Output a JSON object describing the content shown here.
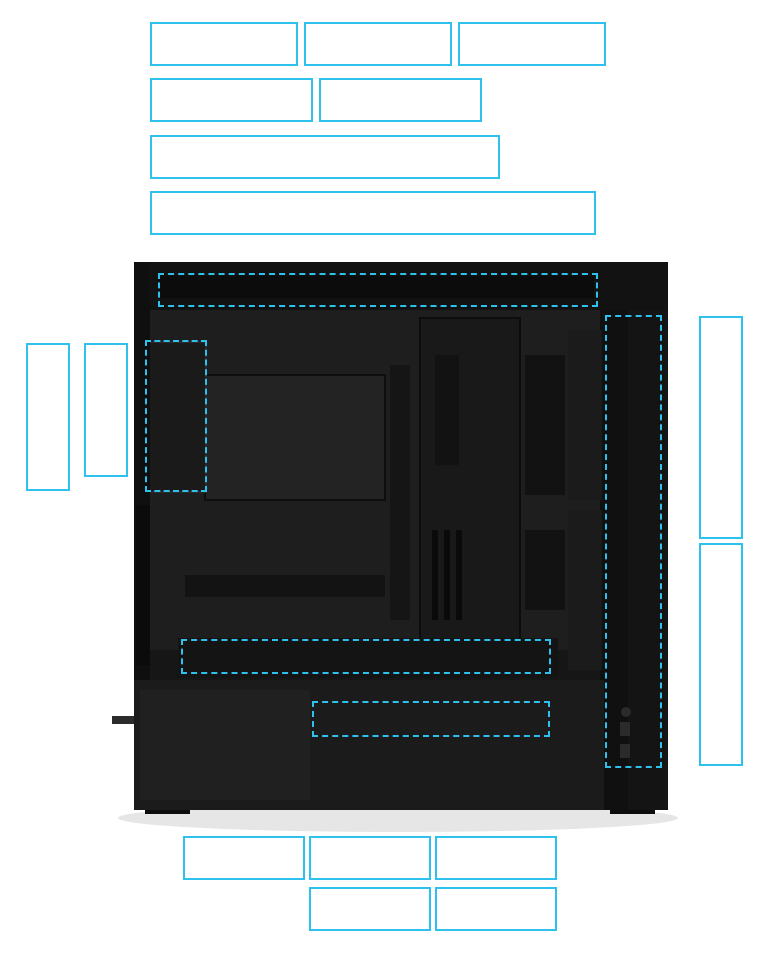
{
  "colors": {
    "accent": "#2fc1ee",
    "case_body": "#1a1a1a",
    "case_frame": "#111111",
    "motherboard_tray": "#202020",
    "background": "#ffffff"
  },
  "diagram": {
    "subject": "pc-case-side-view",
    "top_labels": [
      {
        "id": "top-label-1",
        "text": ""
      },
      {
        "id": "top-label-2",
        "text": ""
      },
      {
        "id": "top-label-3",
        "text": ""
      },
      {
        "id": "top-label-4",
        "text": ""
      },
      {
        "id": "top-label-5",
        "text": ""
      },
      {
        "id": "top-label-6",
        "text": ""
      },
      {
        "id": "top-label-7",
        "text": ""
      }
    ],
    "left_labels": [
      {
        "id": "left-label-1",
        "text": ""
      },
      {
        "id": "left-label-2",
        "text": ""
      }
    ],
    "right_labels": [
      {
        "id": "right-label-1",
        "text": ""
      },
      {
        "id": "right-label-2",
        "text": ""
      }
    ],
    "bottom_labels": [
      {
        "id": "bottom-label-1",
        "text": ""
      },
      {
        "id": "bottom-label-2",
        "text": ""
      },
      {
        "id": "bottom-label-3",
        "text": ""
      },
      {
        "id": "bottom-label-4",
        "text": ""
      },
      {
        "id": "bottom-label-5",
        "text": ""
      }
    ],
    "callouts": [
      {
        "id": "callout-top-fan-mount"
      },
      {
        "id": "callout-rear-fan"
      },
      {
        "id": "callout-front-fans"
      },
      {
        "id": "callout-psu-shroud-vents"
      },
      {
        "id": "callout-bottom-mesh"
      }
    ]
  }
}
